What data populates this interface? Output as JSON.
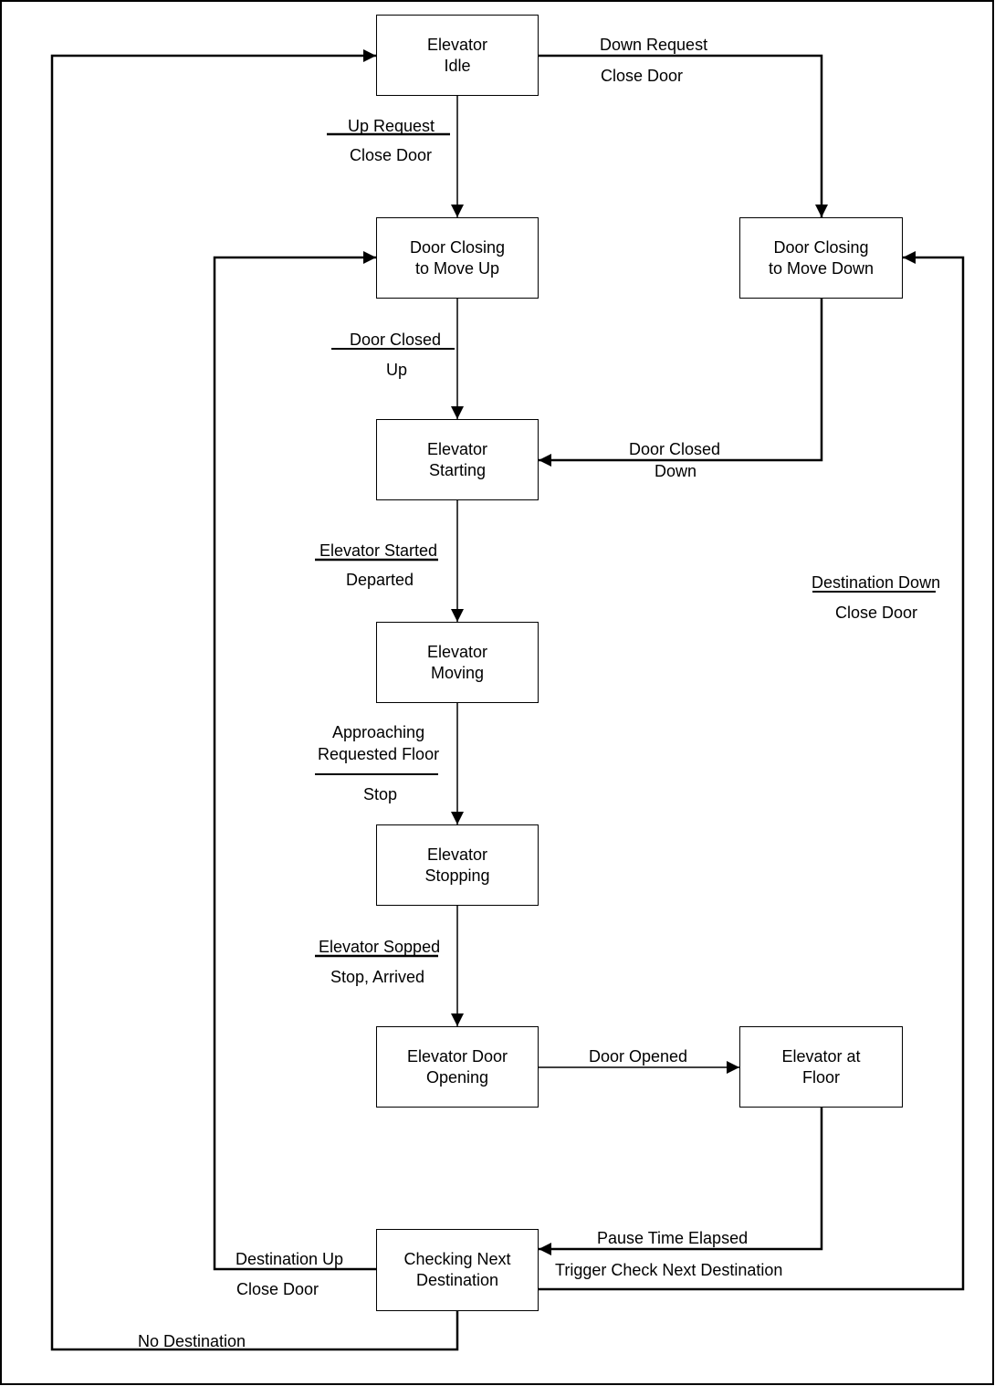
{
  "states": {
    "idle": {
      "line1": "Elevator",
      "line2": "Idle"
    },
    "door_closing_up": {
      "line1": "Door Closing",
      "line2": "to Move Up"
    },
    "door_closing_down": {
      "line1": "Door Closing",
      "line2": "to Move Down"
    },
    "starting": {
      "line1": "Elevator",
      "line2": "Starting"
    },
    "moving": {
      "line1": "Elevator",
      "line2": "Moving"
    },
    "stopping": {
      "line1": "Elevator",
      "line2": "Stopping"
    },
    "door_opening": {
      "line1": "Elevator Door",
      "line2": "Opening"
    },
    "at_floor": {
      "line1": "Elevator at",
      "line2": "Floor"
    },
    "checking": {
      "line1": "Checking Next",
      "line2": "Destination"
    }
  },
  "transitions": {
    "down_request": {
      "event": "Down Request",
      "action": "Close Door"
    },
    "up_request": {
      "event": "Up Request",
      "action": "Close Door"
    },
    "door_closed_up": {
      "event": "Door Closed",
      "action": "Up"
    },
    "door_closed_down": {
      "event": "Door Closed",
      "action": "Down"
    },
    "elevator_started": {
      "event": "Elevator Started",
      "action": "Departed"
    },
    "approaching": {
      "event_line1": "Approaching",
      "event_line2": "Requested Floor",
      "action": "Stop"
    },
    "elevator_stopped": {
      "event": "Elevator Sopped",
      "action": "Stop, Arrived"
    },
    "door_opened": {
      "event": "Door Opened"
    },
    "pause_elapsed": {
      "event": "Pause Time Elapsed",
      "action": "Trigger Check Next Destination"
    },
    "destination_up": {
      "event": "Destination Up",
      "action": "Close Door"
    },
    "destination_down": {
      "event": "Destination Down",
      "action": "Close Door"
    },
    "no_destination": {
      "event": "No Destination"
    }
  }
}
